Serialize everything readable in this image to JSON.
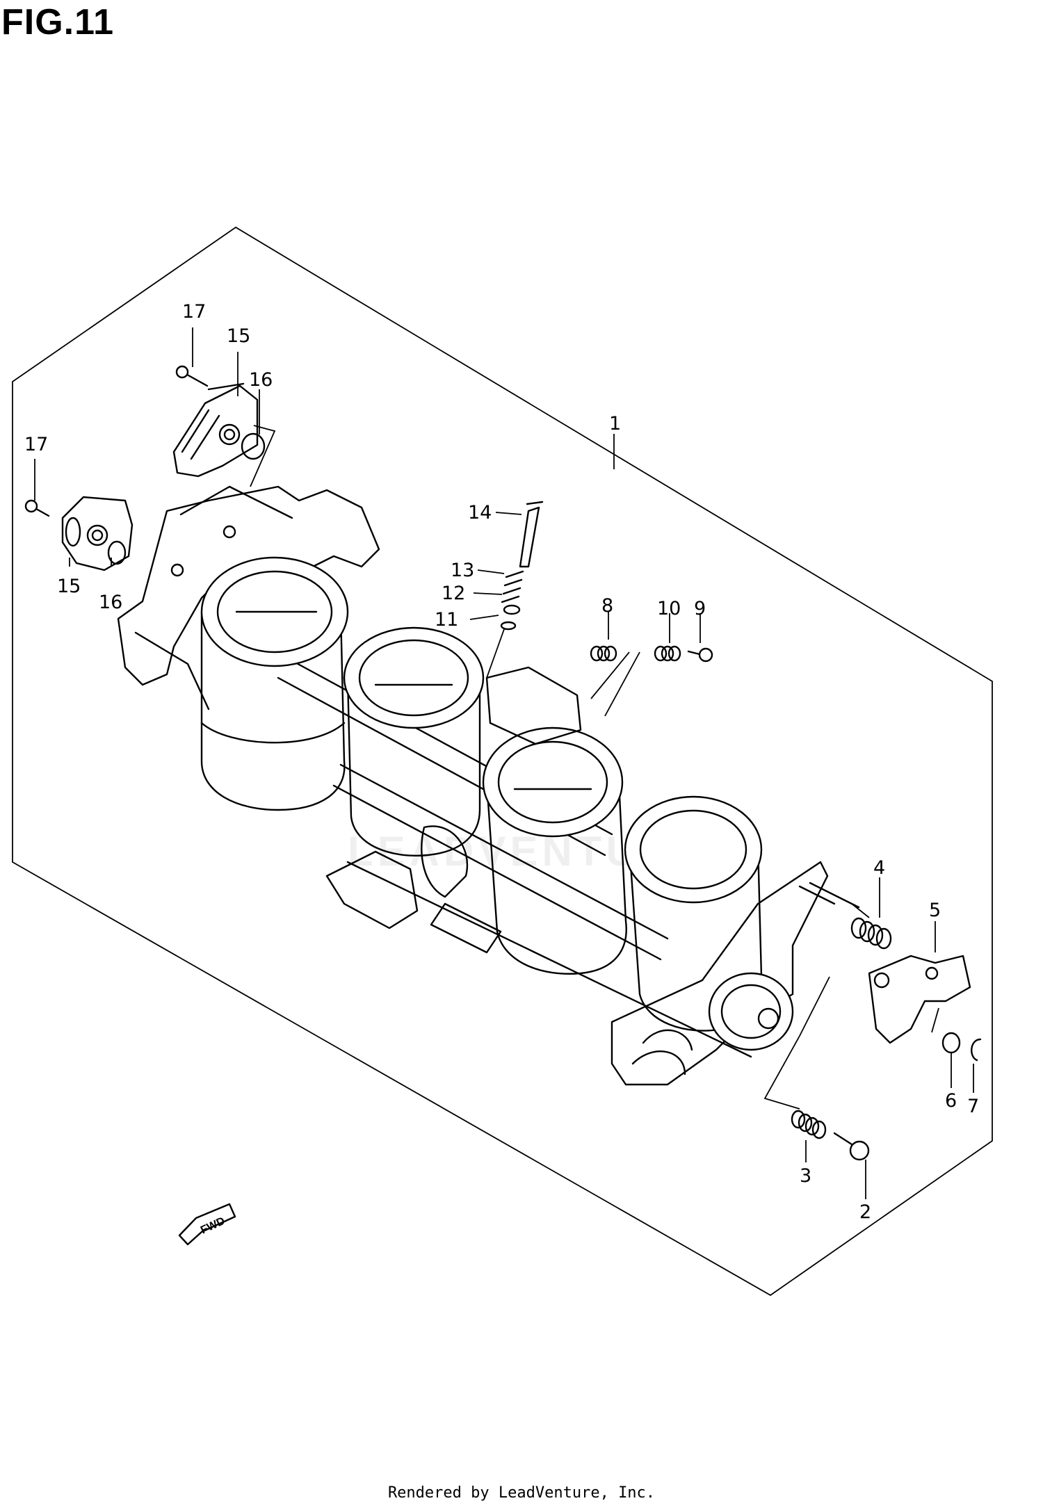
{
  "figure": {
    "title": "FIG.11",
    "fwd_label": "FWD",
    "watermark": "LEADVENTURE",
    "footer": "Rendered by LeadVenture, Inc."
  },
  "callouts": [
    {
      "id": "c1",
      "label": "1"
    },
    {
      "id": "c2",
      "label": "2"
    },
    {
      "id": "c3",
      "label": "3"
    },
    {
      "id": "c4",
      "label": "4"
    },
    {
      "id": "c5",
      "label": "5"
    },
    {
      "id": "c6",
      "label": "6"
    },
    {
      "id": "c7",
      "label": "7"
    },
    {
      "id": "c8",
      "label": "8"
    },
    {
      "id": "c9",
      "label": "9"
    },
    {
      "id": "c10",
      "label": "10"
    },
    {
      "id": "c11",
      "label": "11"
    },
    {
      "id": "c12",
      "label": "12"
    },
    {
      "id": "c13",
      "label": "13"
    },
    {
      "id": "c14",
      "label": "14"
    },
    {
      "id": "c15a",
      "label": "15"
    },
    {
      "id": "c15b",
      "label": "15"
    },
    {
      "id": "c16a",
      "label": "16"
    },
    {
      "id": "c16b",
      "label": "16"
    },
    {
      "id": "c17a",
      "label": "17"
    },
    {
      "id": "c17b",
      "label": "17"
    }
  ]
}
